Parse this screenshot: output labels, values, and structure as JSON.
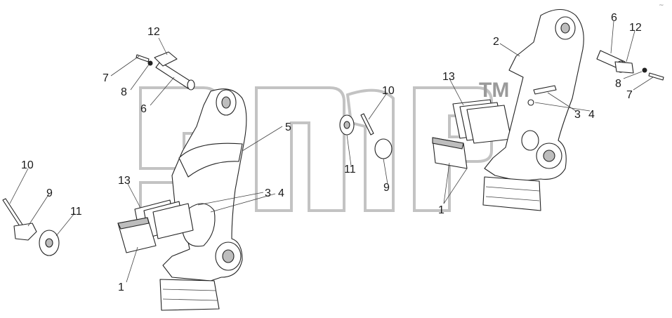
{
  "watermark": {
    "tm": "TM"
  },
  "corner_mark": "~",
  "callouts": {
    "left": {
      "c12": "12",
      "c7": "7",
      "c8": "8",
      "c6": "6",
      "c5": "5",
      "c13": "13",
      "c3": "3",
      "c4": "4",
      "c1": "1",
      "c10": "10",
      "c9": "9",
      "c11": "11"
    },
    "middle": {
      "c10": "10",
      "c11": "11",
      "c9": "9",
      "c13": "13",
      "c1": "1"
    },
    "right": {
      "c2": "2",
      "c6": "6",
      "c12": "12",
      "c8": "8",
      "c7": "7",
      "c3": "3",
      "c4": "4"
    }
  }
}
